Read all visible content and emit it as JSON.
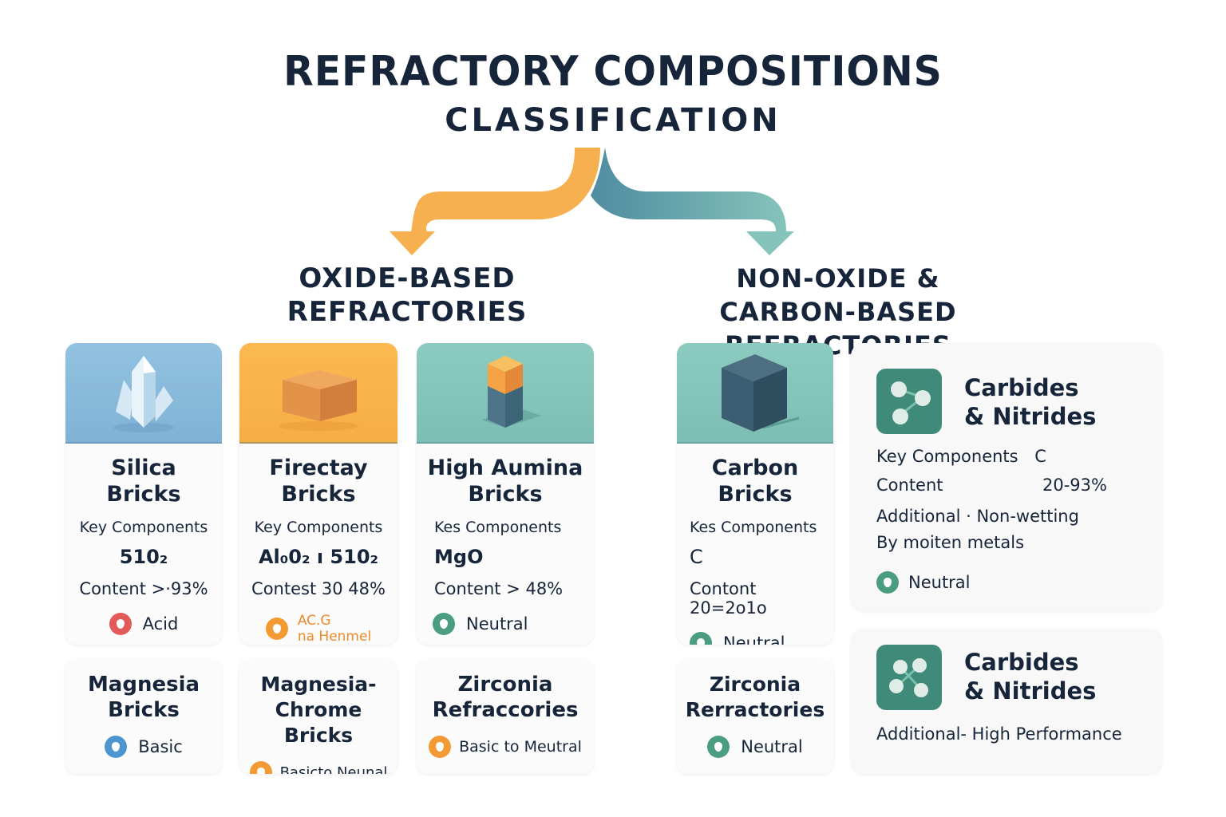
{
  "header": {
    "title": "REFRACTORY COMPOSITIONS",
    "subtitle": "CLASSIFICATION"
  },
  "colors": {
    "oxide_arrow": "#f6ad45",
    "non_oxide_arrow": "#6fb3b0",
    "acid": "#e35a5a",
    "basic": "#4d95cf",
    "neutral": "#4a9e7f",
    "mixed": "#f39a35",
    "text": "#17253a"
  },
  "branches": {
    "oxide": {
      "title_line1": "OXIDE-BASED",
      "title_line2": "REFRACTORIES"
    },
    "non_oxide": {
      "title_line1": "NON-OXIDE &",
      "title_line2": "CARBON-BASED REFRACTORIES"
    }
  },
  "oxide_cards": [
    {
      "name_line1": "Silica",
      "name_line2": "Bricks",
      "icon": "crystal-icon",
      "key_label": "Key Components",
      "key_value": "510₂",
      "content": "Content >·93%",
      "type": "Acid",
      "type_icon": "drop-icon"
    },
    {
      "name_line1": "Firectay",
      "name_line2": "Bricks",
      "icon": "brick-icon",
      "key_label": "Key Components",
      "key_value": "Al₀0₂ ı 510₂",
      "content": "Contest 30 48%",
      "type_line1": "AC.G",
      "type_line2": "na Henmel",
      "type_icon": "drop-icon"
    },
    {
      "name_line1": "High Aumina",
      "name_line2": "Bricks",
      "icon": "two-tone-cube-icon",
      "key_label": "Kes Components",
      "key_value": "MgO",
      "content": "Content > 48%",
      "type": "Neutral",
      "type_icon": "drop-icon"
    }
  ],
  "oxide_small_cards": [
    {
      "name_line1": "Magnesia",
      "name_line2": "Bricks",
      "type": "Basic"
    },
    {
      "name_line1": "Magnesia-",
      "name_line2": "Chrome Bricks",
      "type": "Basicto Neunal"
    },
    {
      "name_line1": "Zirconia",
      "name_line2": "Refraccories",
      "type": "Basic to Meutral"
    }
  ],
  "carbon_card": {
    "name_line1": "Carbon",
    "name_line2": "Bricks",
    "icon": "dark-cube-icon",
    "key_label": "Kes Components",
    "key_value": "C",
    "content": "Contont 20=2o1o",
    "type": "Neutral"
  },
  "zirconia_card": {
    "name_line1": "Zirconia",
    "name_line2": "Rerractories",
    "type": "Neutral"
  },
  "carbides_cards": [
    {
      "title_line1": "Carbides",
      "title_line2": "& Nitrides",
      "icon": "molecule-icon",
      "key_label": "Key Components",
      "key_value": "C",
      "content_label": "Content",
      "content_value": "20-93%",
      "additional_line1": "Additional · Non-wetting",
      "additional_line2": "By moiten metals",
      "type": "Neutral"
    },
    {
      "title_line1": "Carbides",
      "title_line2": "& Nitrides",
      "icon": "network-icon",
      "additional_line1": "Additional- High Performance"
    }
  ]
}
